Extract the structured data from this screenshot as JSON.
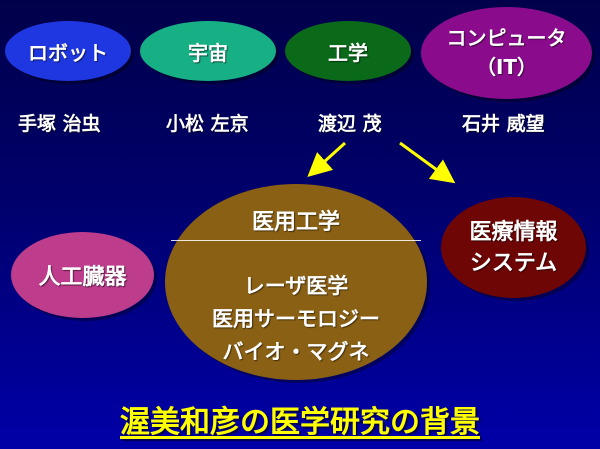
{
  "colors": {
    "robot": "#1f37e0",
    "space": "#17b085",
    "engineering": "#0a6a1a",
    "computer": "#8a0c8c",
    "artificial_organs": "#bd3c8c",
    "medical_engineering": "#8a6014",
    "medical_info": "#6e0606",
    "arrow": "#ffff00",
    "title": "#ffff00"
  },
  "fields": {
    "robot": "ロボット",
    "space": "宇宙",
    "engineering": "工学",
    "computer_line1": "コンピュータ",
    "computer_line2": "（IT）"
  },
  "people": {
    "tezuka": "手塚 治虫",
    "komatsu": "小松 左京",
    "watanabe": "渡辺 茂",
    "ishii": "石井 威望"
  },
  "center": {
    "heading": "医用工学",
    "items": [
      "レーザ医学",
      "医用サーモロジー",
      "バイオ・マグネ"
    ]
  },
  "left_oval": "人工臓器",
  "right_oval": {
    "line1": "医療情報",
    "line2": "システム"
  },
  "title": "渥美和彦の医学研究の背景"
}
